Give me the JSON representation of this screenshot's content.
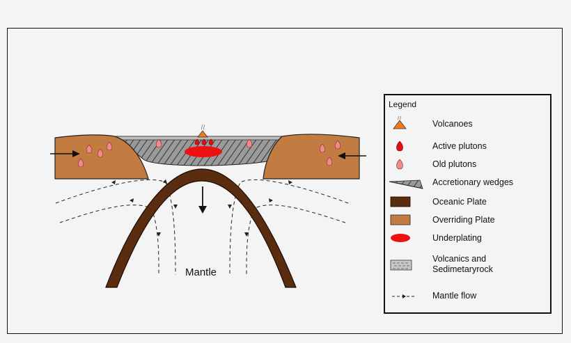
{
  "diagram": {
    "mantle_label": "Mantle",
    "colors": {
      "overriding_plate": "#c27c42",
      "oceanic_plate": "#5a2c10",
      "underplating": "#ee1111",
      "active_pluton": "#dd1111",
      "old_pluton": "#f08a8a",
      "volcano": "#f07a1e",
      "wedge": "#8c8c8c"
    }
  },
  "legend": {
    "title": "Legend",
    "items": [
      {
        "key": "volcano",
        "label": "Volcanoes"
      },
      {
        "key": "active_pluton",
        "label": "Active plutons"
      },
      {
        "key": "old_pluton",
        "label": "Old plutons"
      },
      {
        "key": "wedge",
        "label": "Accretionary wedges"
      },
      {
        "key": "oceanic_plate",
        "label": "Oceanic Plate"
      },
      {
        "key": "overriding_plate",
        "label": "Overriding Plate"
      },
      {
        "key": "underplating",
        "label": "Underplating"
      },
      {
        "key": "volcanics",
        "label": "Volcanics and Sedimetaryrock",
        "line1": "Volcanics and",
        "line2": "Sedimetaryrock"
      },
      {
        "key": "mantle_flow",
        "label": "Mantle flow"
      }
    ]
  }
}
